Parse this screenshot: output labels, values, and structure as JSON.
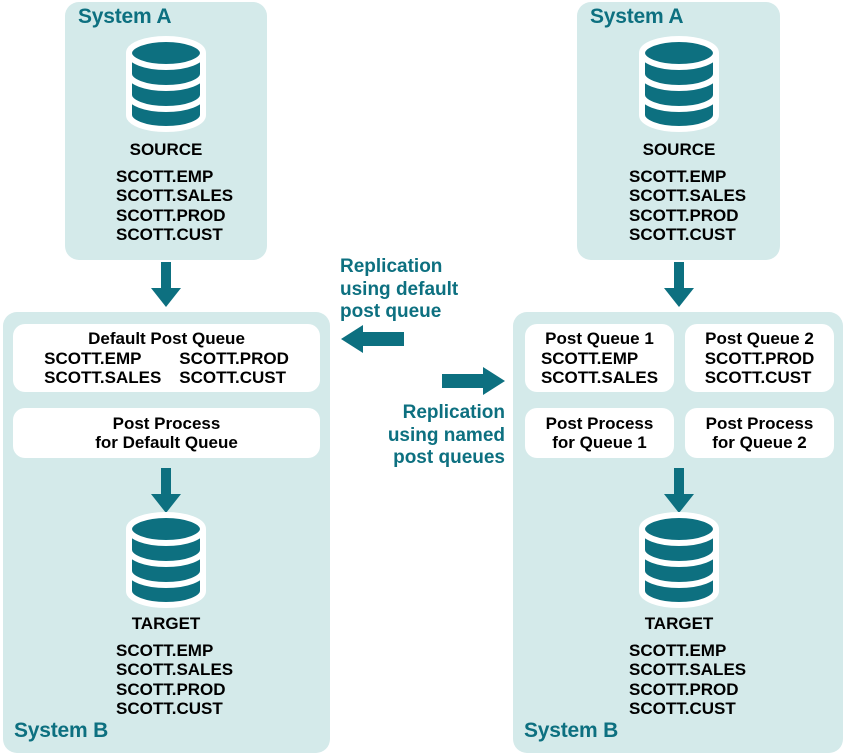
{
  "colors": {
    "panel_bg": "#d4eaea",
    "teal": "#0d7080",
    "box_bg": "#ffffff",
    "text": "#000000",
    "page_bg": "#ffffff"
  },
  "left_flow": {
    "source_panel": {
      "system_label": "System A",
      "db_caption": "SOURCE",
      "tables": [
        "SCOTT.EMP",
        "SCOTT.SALES",
        "SCOTT.PROD",
        "SCOTT.CUST"
      ],
      "db_icon": "database-cylinder-icon"
    },
    "arrow_source_to_queue": "arrow-down-icon",
    "target_panel": {
      "system_label": "System B",
      "queue_box": {
        "title": "Default Post Queue",
        "entries": [
          "SCOTT.EMP",
          "SCOTT.PROD",
          "SCOTT.SALES",
          "SCOTT.CUST"
        ]
      },
      "process_box": {
        "line1": "Post Process",
        "line2": "for Default Queue"
      },
      "arrow_process_to_target": "arrow-down-icon",
      "db_caption": "TARGET",
      "tables": [
        "SCOTT.EMP",
        "SCOTT.SALES",
        "SCOTT.PROD",
        "SCOTT.CUST"
      ],
      "db_icon": "database-cylinder-icon"
    }
  },
  "center": {
    "left_caption": {
      "line1": "Replication",
      "line2": "using default",
      "line3": "post queue"
    },
    "left_arrow": "arrow-left-icon",
    "right_arrow": "arrow-right-icon",
    "right_caption": {
      "line1": "Replication",
      "line2": "using named",
      "line3": "post queues"
    }
  },
  "right_flow": {
    "source_panel": {
      "system_label": "System A",
      "db_caption": "SOURCE",
      "tables": [
        "SCOTT.EMP",
        "SCOTT.SALES",
        "SCOTT.PROD",
        "SCOTT.CUST"
      ],
      "db_icon": "database-cylinder-icon"
    },
    "arrow_source_to_queue": "arrow-down-icon",
    "target_panel": {
      "system_label": "System B",
      "queue_box_1": {
        "title": "Post Queue 1",
        "entries": [
          "SCOTT.EMP",
          "SCOTT.SALES"
        ]
      },
      "queue_box_2": {
        "title": "Post Queue 2",
        "entries": [
          "SCOTT.PROD",
          "SCOTT.CUST"
        ]
      },
      "process_box_1": {
        "line1": "Post Process",
        "line2": "for Queue 1"
      },
      "process_box_2": {
        "line1": "Post Process",
        "line2": "for Queue 2"
      },
      "arrow_process_to_target": "arrow-down-icon",
      "db_caption": "TARGET",
      "tables": [
        "SCOTT.EMP",
        "SCOTT.SALES",
        "SCOTT.PROD",
        "SCOTT.CUST"
      ],
      "db_icon": "database-cylinder-icon"
    }
  }
}
